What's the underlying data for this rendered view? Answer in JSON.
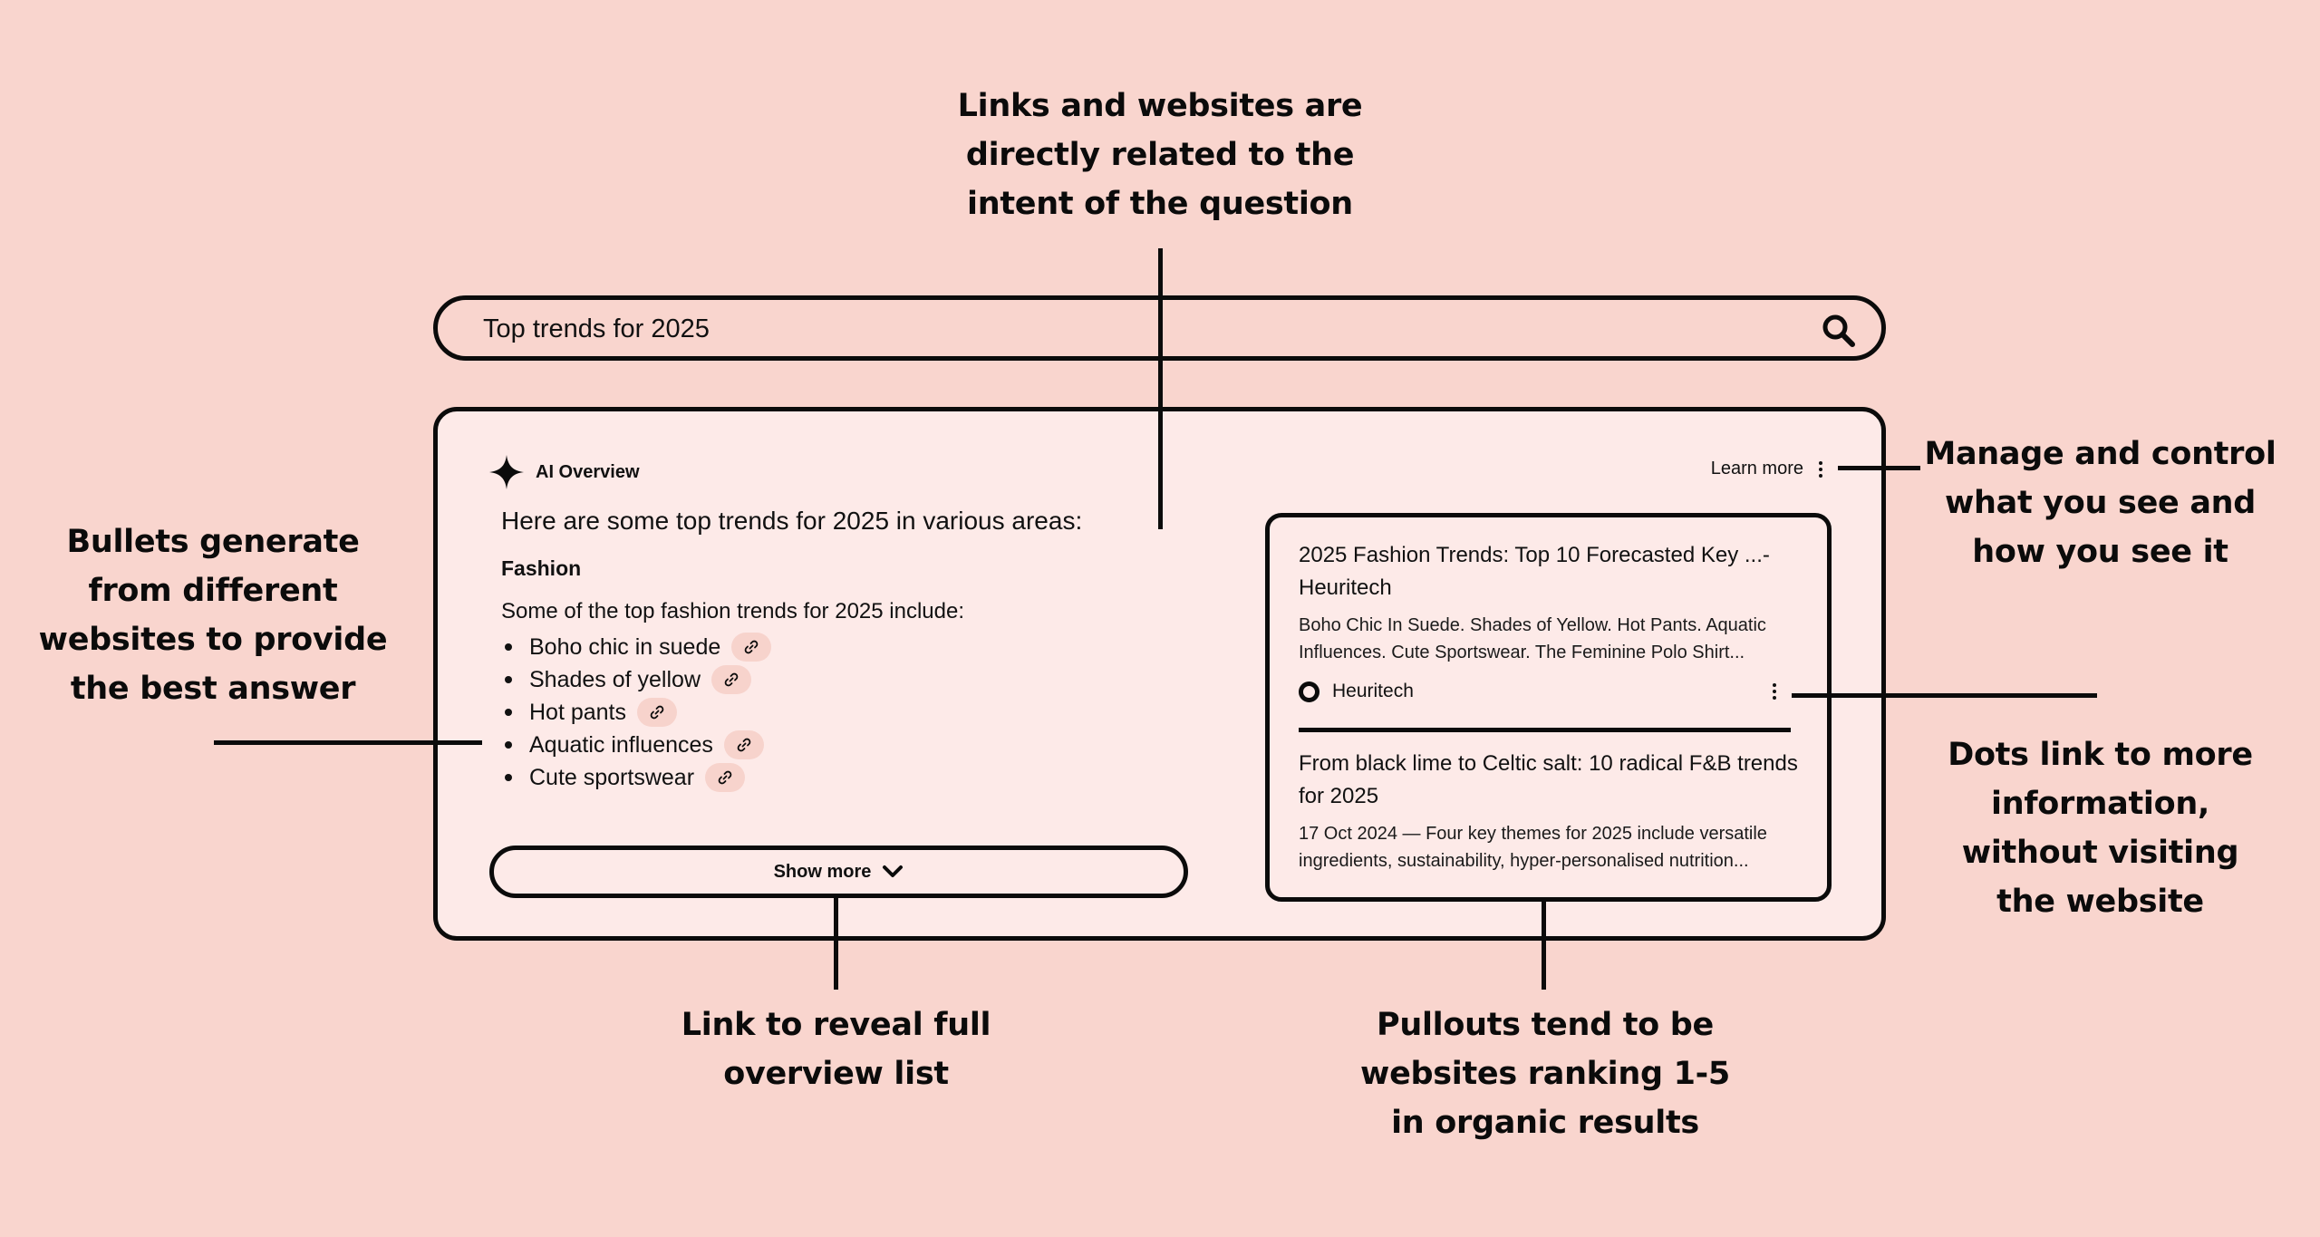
{
  "search": {
    "query": "Top trends for 2025",
    "icon": "search-icon"
  },
  "overview": {
    "header_icon": "sparkle-icon",
    "header_label": "AI Overview",
    "learn_more_label": "Learn more",
    "intro": "Here are some top trends for 2025 in various areas:",
    "section_title": "Fashion",
    "section_sub": "Some of the top fashion trends for 2025 include:",
    "bullets": [
      {
        "label": "Boho chic in suede",
        "icon": "link-icon"
      },
      {
        "label": "Shades of yellow",
        "icon": "link-icon"
      },
      {
        "label": "Hot pants",
        "icon": "link-icon"
      },
      {
        "label": "Aquatic influences",
        "icon": "link-icon"
      },
      {
        "label": "Cute sportswear",
        "icon": "link-icon"
      }
    ],
    "show_more_label": "Show more"
  },
  "pullouts": [
    {
      "title": "2025 Fashion Trends: Top 10 Forecasted Key ...- Heuritech",
      "snippet": "Boho Chic In Suede. Shades of Yellow. Hot Pants. Aquatic Influences. Cute Sportswear. The Feminine Polo Shirt...",
      "source": "Heuritech"
    },
    {
      "title": "From black lime to Celtic salt: 10 radical F&B trends for 2025",
      "snippet": "17 Oct 2024 — Four key themes for 2025 include versatile ingredients, sustainability, hyper-personalised nutrition..."
    }
  ],
  "annotations": {
    "top": [
      "Links and websites are",
      "directly related to the",
      "intent of the question"
    ],
    "left": [
      "Bullets generate",
      "from different",
      "websites to provide",
      "the best answer"
    ],
    "right_top": [
      "Manage and control",
      "what you see and",
      "how you see it"
    ],
    "right_bottom": [
      "Dots link to more",
      "information,",
      "without visiting",
      "the website"
    ],
    "bottom_left": [
      "Link to reveal full",
      "overview list"
    ],
    "bottom_right": [
      "Pullouts tend to be",
      "websites ranking 1-5",
      "in organic results"
    ]
  },
  "colors": {
    "background": "#F9D5CE",
    "card": "#FDEAE8",
    "link_pill": "#F7D3CC",
    "stroke": "#0B0B0B"
  }
}
